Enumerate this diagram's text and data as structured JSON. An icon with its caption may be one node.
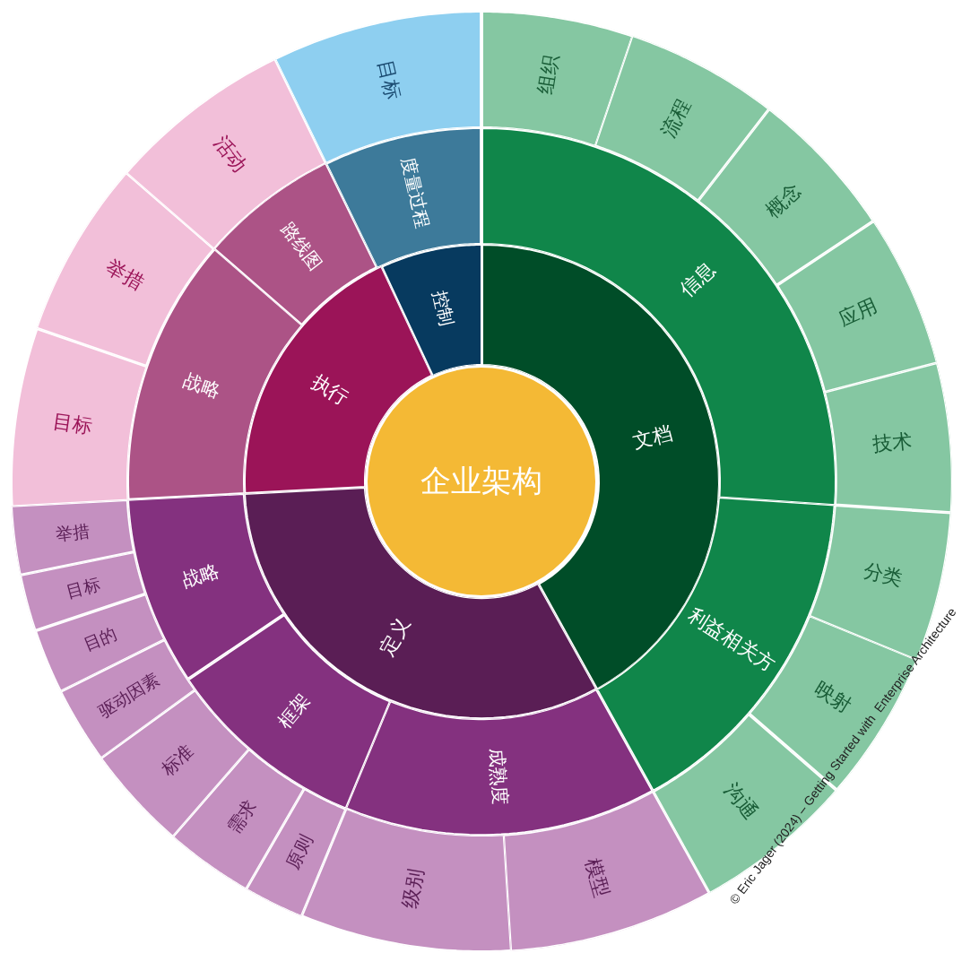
{
  "diagram": {
    "nodes": [
      {
        "text": [
          "企业架构"
        ]
      },
      {
        "text": [
          "文档"
        ]
      },
      {
        "text": [
          "定义"
        ]
      },
      {
        "text": [
          "执行"
        ]
      },
      {
        "text": [
          "控制"
        ]
      },
      {
        "text": [
          "信息"
        ]
      },
      {
        "text": [
          "利益相关方"
        ]
      },
      {
        "text": [
          "成熟度"
        ]
      },
      {
        "text": [
          "框架"
        ]
      },
      {
        "text": [
          "战略"
        ]
      },
      {
        "text": [
          "战略"
        ]
      },
      {
        "text": [
          "路线图"
        ]
      },
      {
        "text": [
          "度量过程"
        ]
      },
      {
        "text": [
          "组织"
        ]
      },
      {
        "text": [
          "流程"
        ]
      },
      {
        "text": [
          "概念"
        ]
      },
      {
        "text": [
          "应用"
        ]
      },
      {
        "text": [
          "技术"
        ]
      },
      {
        "text": [
          "分类"
        ]
      },
      {
        "text": [
          "映射"
        ]
      },
      {
        "text": [
          "沟通"
        ]
      },
      {
        "text": [
          "模型"
        ]
      },
      {
        "text": [
          "级别"
        ]
      },
      {
        "text": [
          "原则"
        ]
      },
      {
        "text": [
          "需求"
        ]
      },
      {
        "text": [
          "标准"
        ]
      },
      {
        "text": [
          "驱动因素"
        ]
      },
      {
        "text": [
          "目的"
        ]
      },
      {
        "text": [
          "目标"
        ]
      },
      {
        "text": [
          "举措"
        ]
      },
      {
        "text": [
          "目标"
        ]
      },
      {
        "text": [
          "举措"
        ]
      },
      {
        "text": [
          "活动"
        ]
      },
      {
        "text": [
          "目标"
        ]
      }
    ],
    "edges": [],
    "labels": [
      "© Eric Jager (2024) – Getting Started with  Enterprise Architecture"
    ]
  }
}
